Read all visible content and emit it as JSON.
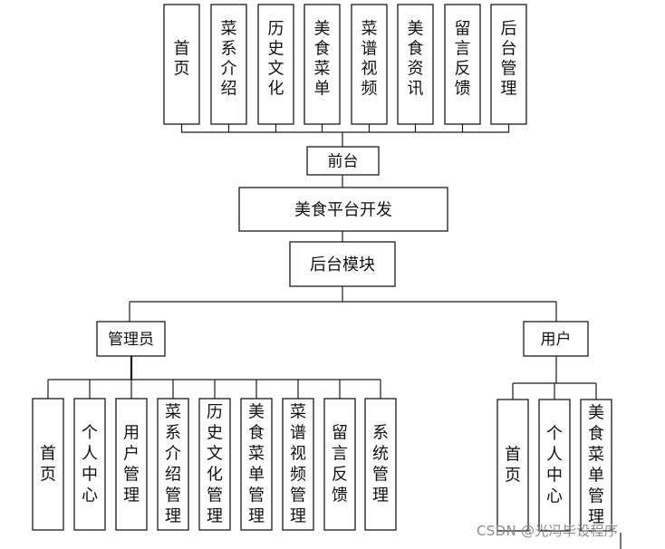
{
  "diagram": {
    "frontend_modules": [
      "首页",
      "菜系介绍",
      "历史文化",
      "美食菜单",
      "菜谱视频",
      "美食资讯",
      "留言反馈",
      "后台管理"
    ],
    "frontend_label": "前台",
    "root_label": "美食平台开发",
    "backend_label": "后台模块",
    "admin_label": "管理员",
    "admin_modules": [
      "首页",
      "个人中心",
      "用户管理",
      "菜系介绍管理",
      "历史文化管理",
      "美食菜单管理",
      "菜谱视频管理",
      "留言反馈",
      "系统管理"
    ],
    "user_label": "用户",
    "user_modules": [
      "首页",
      "个人中心",
      "美食菜单管理"
    ]
  },
  "watermark": "CSDN @光冯毕设程序",
  "colors": {
    "stroke": "#1a1a1a",
    "fill": "#ffffff",
    "text": "#111111",
    "watermark": "#8a8a8a"
  }
}
